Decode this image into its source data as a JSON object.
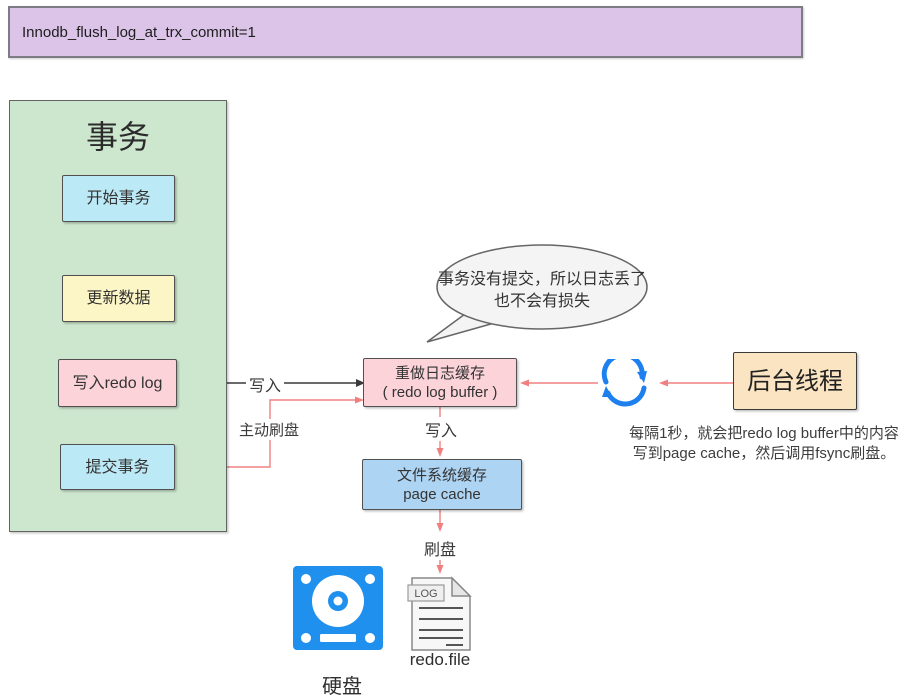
{
  "banner": {
    "text": "Innodb_flush_log_at_trx_commit=1"
  },
  "transaction": {
    "title": "事务",
    "steps": [
      {
        "label": "开始事务"
      },
      {
        "label": "更新数据"
      },
      {
        "label": "写入redo log"
      },
      {
        "label": "提交事务"
      }
    ]
  },
  "bubble": {
    "line1": "事务没有提交，所以日志丢了",
    "line2": "也不会有损失"
  },
  "redo_log_buffer": {
    "line1": "重做日志缓存",
    "line2": "( redo log buffer )"
  },
  "page_cache": {
    "line1": "文件系统缓存",
    "line2": "page cache"
  },
  "background_thread": {
    "label": "后台线程",
    "caption_line1": "每隔1秒，就会把redo log buffer中的内容",
    "caption_line2": "写到page cache，然后调用fsync刷盘。"
  },
  "edge_labels": {
    "write_to_buffer": "写入",
    "active_flush": "主动刷盘",
    "write_to_cache": "写入",
    "flush_to_disk": "刷盘"
  },
  "disk": {
    "label": "硬盘"
  },
  "log_file": {
    "badge": "LOG",
    "label": "redo.file"
  },
  "colors": {
    "banner_fill": "#dcc3e8",
    "panel_green": "#cde6ce",
    "step_cyan": "#bce9f6",
    "step_yellow": "#fcf5c6",
    "step_pink": "#fbd3d9",
    "cache_blue": "#aed4f3",
    "thread_orange": "#fbe4c1",
    "arrow_black": "#3a3a3a",
    "arrow_red": "#f08080",
    "icon_blue": "#2090ee"
  }
}
